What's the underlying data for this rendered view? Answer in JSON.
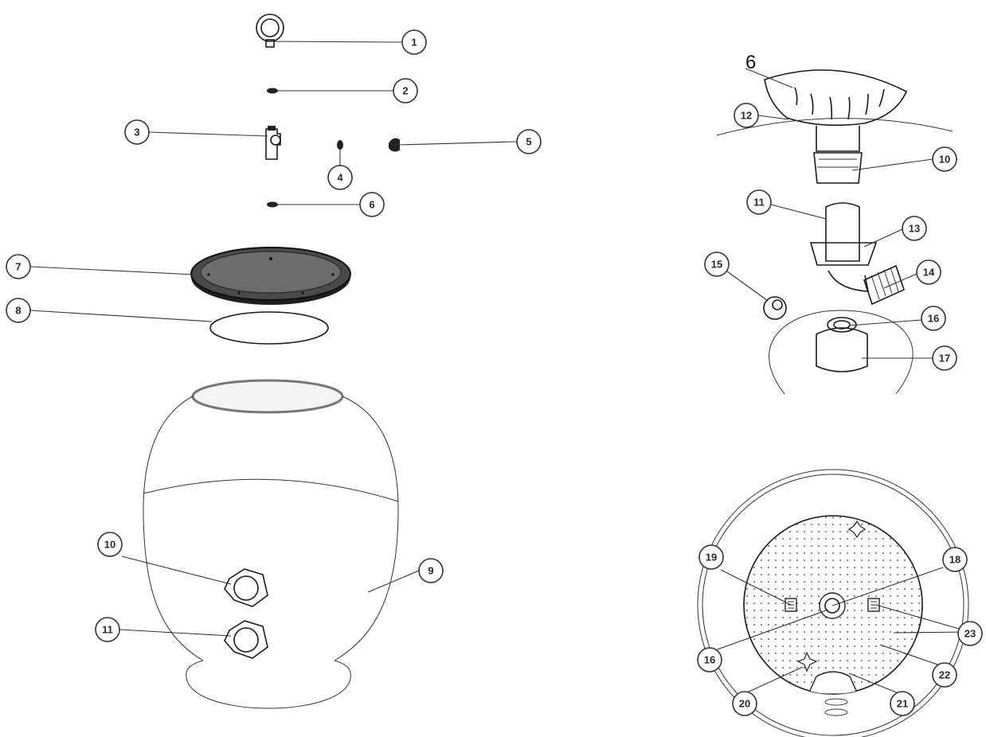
{
  "diagram": {
    "header_label": "6",
    "callouts": [
      {
        "id": "c1",
        "num": "1"
      },
      {
        "id": "c2",
        "num": "2"
      },
      {
        "id": "c3",
        "num": "3"
      },
      {
        "id": "c4",
        "num": "4"
      },
      {
        "id": "c5",
        "num": "5"
      },
      {
        "id": "c6",
        "num": "6"
      },
      {
        "id": "c7",
        "num": "7"
      },
      {
        "id": "c8",
        "num": "8"
      },
      {
        "id": "c9",
        "num": "9"
      },
      {
        "id": "c10",
        "num": "10"
      },
      {
        "id": "c11",
        "num": "11"
      },
      {
        "id": "c10b",
        "num": "10"
      },
      {
        "id": "c11b",
        "num": "11"
      },
      {
        "id": "c12",
        "num": "12"
      },
      {
        "id": "c13",
        "num": "13"
      },
      {
        "id": "c14",
        "num": "14"
      },
      {
        "id": "c15",
        "num": "15"
      },
      {
        "id": "c16",
        "num": "16"
      },
      {
        "id": "c17",
        "num": "17"
      },
      {
        "id": "c18",
        "num": "18"
      },
      {
        "id": "c19",
        "num": "19"
      },
      {
        "id": "c16b",
        "num": "16"
      },
      {
        "id": "c20",
        "num": "20"
      },
      {
        "id": "c21",
        "num": "21"
      },
      {
        "id": "c22",
        "num": "22"
      },
      {
        "id": "c23",
        "num": "23"
      }
    ]
  }
}
